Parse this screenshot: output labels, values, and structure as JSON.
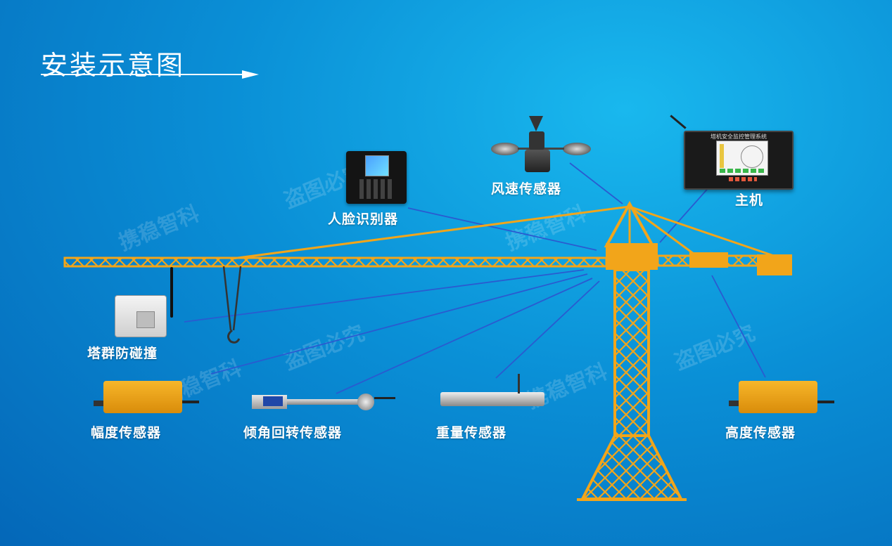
{
  "title": "安装示意图",
  "watermarks": [
    "携稳智科",
    "盗图必究",
    "携稳智科",
    "盗图必究",
    "携稳智科",
    "盗图必究",
    "携稳智科"
  ],
  "devices": {
    "face_recognizer": "人脸识别器",
    "wind_sensor": "风速传感器",
    "host": "主机",
    "anti_collision": "塔群防碰撞",
    "amplitude_sensor": "幅度传感器",
    "tilt_rotation_sensor": "倾角回转传感器",
    "weight_sensor": "重量传感器",
    "height_sensor": "高度传感器"
  },
  "host_screen_title": "塔机安全监控管理系统",
  "colors": {
    "crane": "#f2a51a",
    "line": "#2257c7",
    "device_yellow": "#f0a416",
    "device_dark": "#1b1b1b"
  }
}
